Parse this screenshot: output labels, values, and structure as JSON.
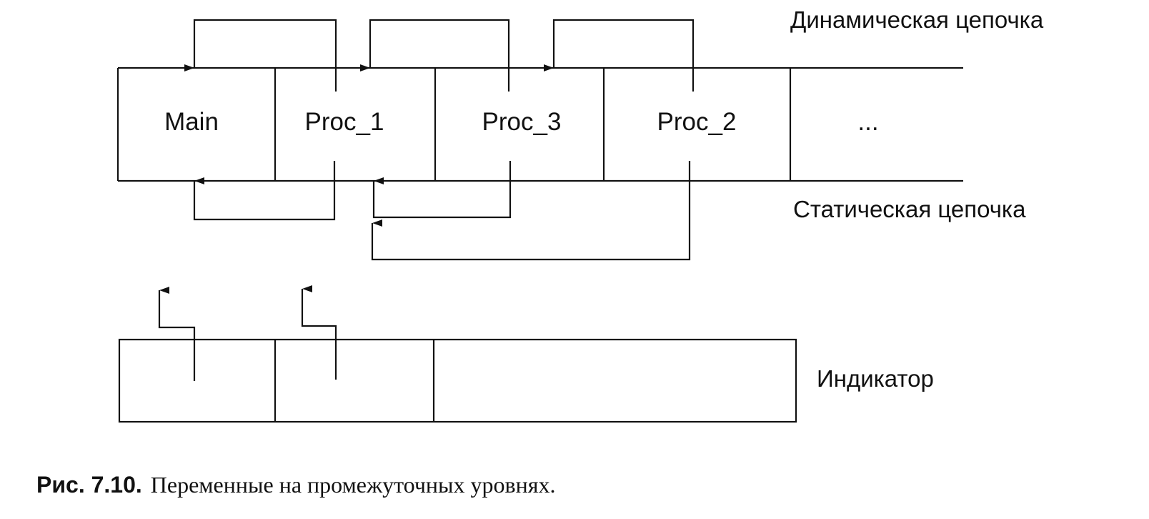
{
  "stack": {
    "cells": [
      "Main",
      "Proc_1",
      "Proc_3",
      "Proc_2",
      "..."
    ]
  },
  "labels": {
    "dynamic_chain": "Динамическая цепочка",
    "static_chain": "Статическая цепочка",
    "indicator": "Индикатор"
  },
  "caption": {
    "number": "Рис. 7.10.",
    "text": "Переменные на промежуточных уровнях."
  }
}
